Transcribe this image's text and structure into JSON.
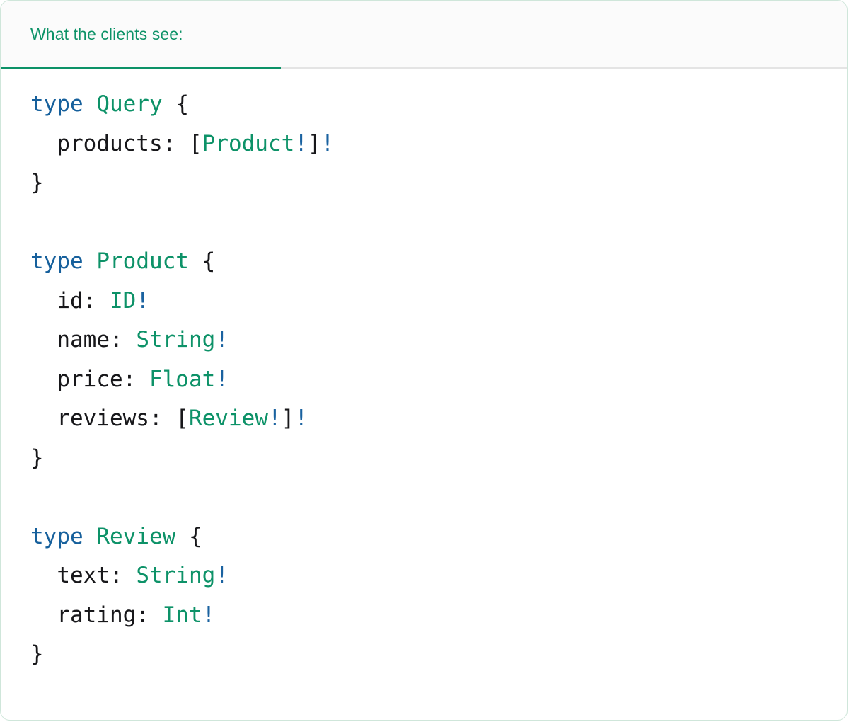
{
  "panel": {
    "accent_color": "#0c9267",
    "keyword_color": "#16609c",
    "type_color": "#0d9268",
    "bang_color": "#1a62a0",
    "text_color": "#17171a",
    "header_bg": "#fbfbfb",
    "body_bg": "#ffffff",
    "border_color": "#cfe6da",
    "divider_color": "#e4e4e4"
  },
  "header": {
    "tab_label": "What the clients see:"
  },
  "code": {
    "language": "graphql",
    "lines": [
      {
        "indent": 0,
        "tokens": [
          {
            "text": "type",
            "kind": "keyword"
          },
          {
            "text": " ",
            "kind": "plain"
          },
          {
            "text": "Query",
            "kind": "type"
          },
          {
            "text": " {",
            "kind": "punct"
          }
        ]
      },
      {
        "indent": 1,
        "tokens": [
          {
            "text": "products: ",
            "kind": "field"
          },
          {
            "text": "[",
            "kind": "punct"
          },
          {
            "text": "Product",
            "kind": "type"
          },
          {
            "text": "!",
            "kind": "bang"
          },
          {
            "text": "]",
            "kind": "punct"
          },
          {
            "text": "!",
            "kind": "bang"
          }
        ]
      },
      {
        "indent": 0,
        "tokens": [
          {
            "text": "}",
            "kind": "punct"
          }
        ]
      },
      {
        "indent": 0,
        "tokens": []
      },
      {
        "indent": 0,
        "tokens": [
          {
            "text": "type",
            "kind": "keyword"
          },
          {
            "text": " ",
            "kind": "plain"
          },
          {
            "text": "Product",
            "kind": "type"
          },
          {
            "text": " {",
            "kind": "punct"
          }
        ]
      },
      {
        "indent": 1,
        "tokens": [
          {
            "text": "id: ",
            "kind": "field"
          },
          {
            "text": "ID",
            "kind": "type"
          },
          {
            "text": "!",
            "kind": "bang"
          }
        ]
      },
      {
        "indent": 1,
        "tokens": [
          {
            "text": "name: ",
            "kind": "field"
          },
          {
            "text": "String",
            "kind": "type"
          },
          {
            "text": "!",
            "kind": "bang"
          }
        ]
      },
      {
        "indent": 1,
        "tokens": [
          {
            "text": "price: ",
            "kind": "field"
          },
          {
            "text": "Float",
            "kind": "type"
          },
          {
            "text": "!",
            "kind": "bang"
          }
        ]
      },
      {
        "indent": 1,
        "tokens": [
          {
            "text": "reviews: ",
            "kind": "field"
          },
          {
            "text": "[",
            "kind": "punct"
          },
          {
            "text": "Review",
            "kind": "type"
          },
          {
            "text": "!",
            "kind": "bang"
          },
          {
            "text": "]",
            "kind": "punct"
          },
          {
            "text": "!",
            "kind": "bang"
          }
        ]
      },
      {
        "indent": 0,
        "tokens": [
          {
            "text": "}",
            "kind": "punct"
          }
        ]
      },
      {
        "indent": 0,
        "tokens": []
      },
      {
        "indent": 0,
        "tokens": [
          {
            "text": "type",
            "kind": "keyword"
          },
          {
            "text": " ",
            "kind": "plain"
          },
          {
            "text": "Review",
            "kind": "type"
          },
          {
            "text": " {",
            "kind": "punct"
          }
        ]
      },
      {
        "indent": 1,
        "tokens": [
          {
            "text": "text: ",
            "kind": "field"
          },
          {
            "text": "String",
            "kind": "type"
          },
          {
            "text": "!",
            "kind": "bang"
          }
        ]
      },
      {
        "indent": 1,
        "tokens": [
          {
            "text": "rating: ",
            "kind": "field"
          },
          {
            "text": "Int",
            "kind": "type"
          },
          {
            "text": "!",
            "kind": "bang"
          }
        ]
      },
      {
        "indent": 0,
        "tokens": [
          {
            "text": "}",
            "kind": "punct"
          }
        ]
      }
    ]
  }
}
